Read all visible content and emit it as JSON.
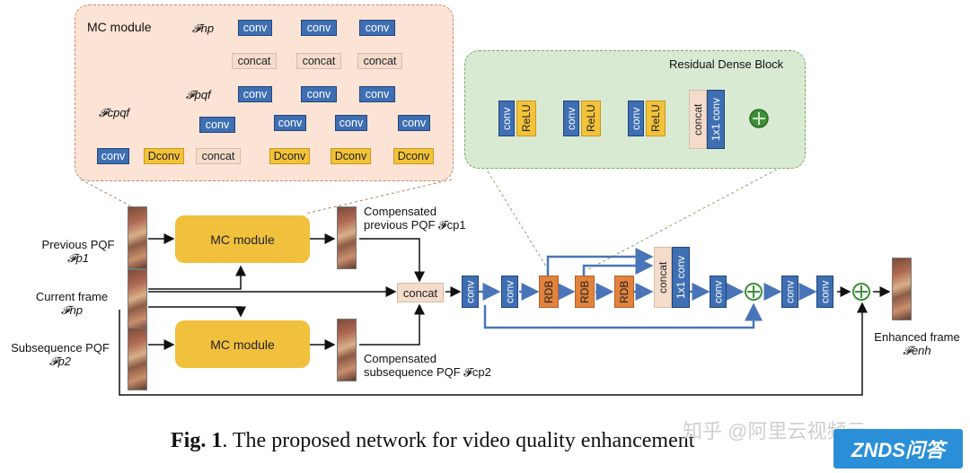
{
  "mc_panel": {
    "title": "MC module"
  },
  "rdb_panel": {
    "title": "Residual Dense Block"
  },
  "blocks": {
    "conv": "conv",
    "concat": "concat",
    "dconv": "Dconv",
    "relu": "ReLU",
    "conv1x1": "1x1 conv",
    "rdb": "RDB",
    "mc": "MC module"
  },
  "symbols": {
    "f_np": "𝓕np",
    "f_pqf": "𝓕pqf",
    "f_pqf_c": "𝓕cpqf"
  },
  "inputs": {
    "prev": {
      "line1": "Previous PQF",
      "line2": "𝓕p1"
    },
    "cur": {
      "line1": "Current frame",
      "line2": "𝓕np"
    },
    "sub": {
      "line1": "Subsequence PQF",
      "line2": "𝓕p2"
    }
  },
  "compensated": {
    "prev": {
      "line1": "Compensated",
      "line2": "previous PQF 𝓕cp1"
    },
    "sub": {
      "line1": "Compensated",
      "line2": "subsequence PQF 𝓕cp2"
    }
  },
  "output": {
    "line1": "Enhanced frame",
    "line2": "𝓕enh"
  },
  "caption": {
    "bold": "Fig. 1",
    "text": ". The proposed network for video quality enhancement"
  },
  "watermark": {
    "zhihu": "知乎 @阿里云视频云",
    "znds": "ZNDS问答"
  }
}
